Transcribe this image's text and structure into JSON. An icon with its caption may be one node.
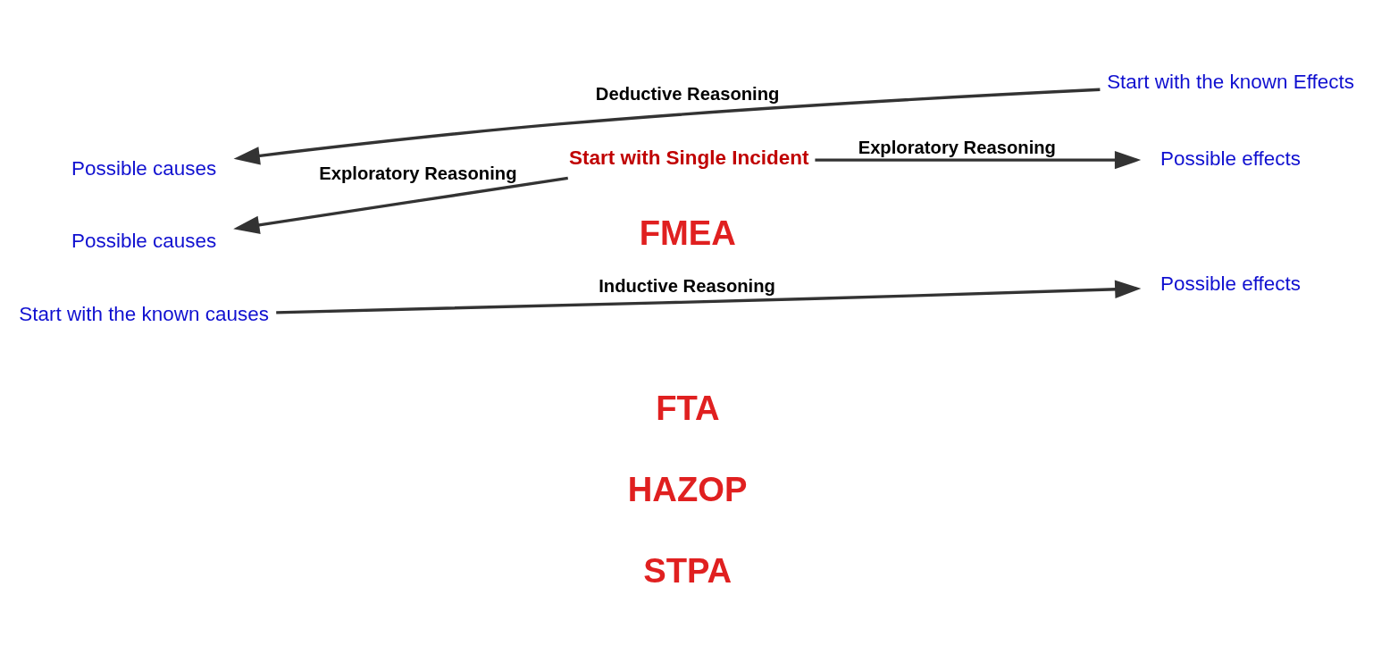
{
  "diagram": {
    "nodes": [
      {
        "text": [
          "Start with the known causes"
        ]
      },
      {
        "text": [
          "Possible effects"
        ]
      },
      {
        "text": [
          "Possible causes"
        ]
      },
      {
        "text": [
          "Start with the known Effects"
        ]
      },
      {
        "text": [
          "Possible causes"
        ]
      },
      {
        "text": [
          "Start with Single Incident"
        ]
      },
      {
        "text": [
          "Possible effects"
        ]
      }
    ],
    "edges": [
      {
        "from": 0,
        "to": 1,
        "arrow": "to",
        "label": "Inductive Reasoning"
      },
      {
        "from": 3,
        "to": 2,
        "arrow": "to",
        "label": "Deductive Reasoning"
      },
      {
        "from": 5,
        "to": 4,
        "arrow": "to",
        "label": "Exploratory Reasoning"
      },
      {
        "from": 5,
        "to": 6,
        "arrow": "to",
        "label": "Exploratory Reasoning"
      }
    ],
    "labels": [
      "FMEA",
      "FTA",
      "HAZOP",
      "STPA"
    ]
  }
}
